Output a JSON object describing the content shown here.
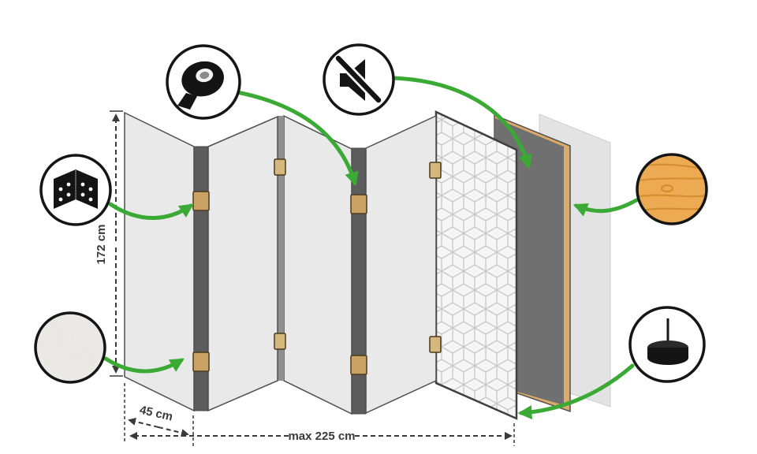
{
  "figure": {
    "dimension_labels": {
      "height": "172 cm",
      "panel_width": "45 cm",
      "max_total_width": "max 225 cm"
    },
    "callout_icons": {
      "tape": "adhesive-tape-icon",
      "mute": "muted-speaker-icon",
      "hinge": "hinge-icon",
      "canvas": "canvas-texture-icon",
      "wood": "wood-texture-icon",
      "pad": "floor-pad-icon"
    },
    "colors": {
      "arrow_green": "#3aaa35",
      "panel_face": "#e9e9e9",
      "panel_fold_edge": "#5c5c5c",
      "panel_far_edge": "#8f8f8f",
      "dark_panel": "#707070",
      "wood_frame": "#dcab6b",
      "wood_circle": "#ecaa52",
      "hinge": "#c9a264",
      "dimension_text": "#3a3a3a"
    }
  }
}
